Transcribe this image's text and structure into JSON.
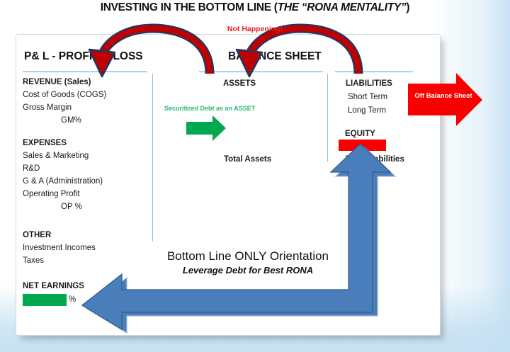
{
  "title": {
    "main": "INVESTING IN THE BOTTOM LINE (",
    "emphasis": "THE “RONA MENTALITY”",
    "close": ")"
  },
  "annotations": {
    "not_happening": "Not Happening!",
    "securitized_debt": "Securitized Debt as an ASSET",
    "off_balance_sheet": "Off Balance Sheet"
  },
  "callout": {
    "line1": "Bottom Line ONLY Orientation",
    "line2": "Leverage Debt for Best  RONA"
  },
  "columns": {
    "pl": {
      "title": "P& L - PROFIT & LOSS",
      "groups": [
        {
          "heading": "REVENUE (Sales)",
          "items": [
            "Cost of Goods (COGS)",
            "Gross Margin"
          ],
          "indented": [
            "GM%"
          ]
        },
        {
          "heading": "EXPENSES",
          "items": [
            "Sales & Marketing",
            "R&D",
            "G & A (Administration)",
            "Operating Profit"
          ],
          "indented": [
            "OP %"
          ]
        },
        {
          "heading": "OTHER",
          "items": [
            "Investment Incomes",
            "Taxes"
          ],
          "indented": []
        }
      ],
      "net_earnings_label": "NET EARNINGS",
      "net_earnings_percent": "%"
    },
    "balance_sheet": {
      "title": "BALANCE SHEET",
      "assets": {
        "heading": "ASSETS",
        "total": "Total Assets"
      },
      "liabilities": {
        "heading": "LIABILITIES",
        "items": [
          "Short Term",
          "Long Term"
        ],
        "equity_heading": "EQUITY",
        "total": "Total Liabilities"
      }
    }
  },
  "colors": {
    "accent_blue": "#4a7ebb",
    "rule_blue": "#5b9bd5",
    "net_earnings_green": "#00a94f",
    "securitized_green": "#2bb673",
    "equity_red": "#f90000",
    "alert_red": "#ef1c1c",
    "arc_red": "#c00000",
    "arc_outline": "#1f3864",
    "card_white": "#ffffff",
    "page_blue_wash": "#c4e0f2"
  }
}
